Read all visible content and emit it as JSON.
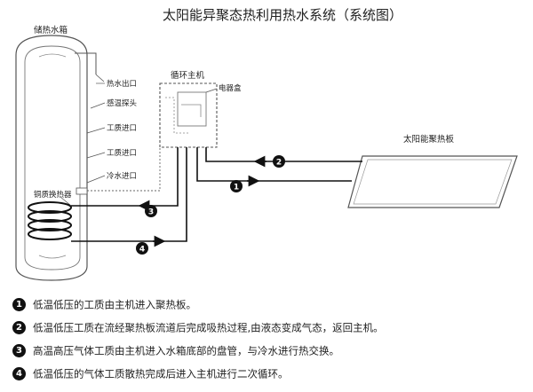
{
  "title": "太阳能异聚态热利用热水系统（系统图）",
  "tank": {
    "label": "储热水箱",
    "ports": {
      "hot_water_out": "热水出口",
      "temp_probe": "感温探头",
      "medium_in_upper": "工质进口",
      "medium_in_lower": "工质进口",
      "cold_water_in": "冷水进口"
    },
    "coil_label": "铜质换热器"
  },
  "host": {
    "label": "循环主机",
    "electrical_box": "电器盒"
  },
  "panel": {
    "label": "太阳能聚热板"
  },
  "flow_markers": [
    "1",
    "2",
    "3",
    "4"
  ],
  "legend": [
    {
      "num": "1",
      "text": "低温低压的工质由主机进入聚热板。"
    },
    {
      "num": "2",
      "text": "低温低压工质在流经聚热板流道后完成吸热过程,由液态变成气态，返回主机。"
    },
    {
      "num": "3",
      "text": "高温高压气体工质由主机进入水箱底部的盘管，与冷水进行热交换。"
    },
    {
      "num": "4",
      "text": "低温低压的气体工质散热完成后进入主机进行二次循环。"
    }
  ]
}
